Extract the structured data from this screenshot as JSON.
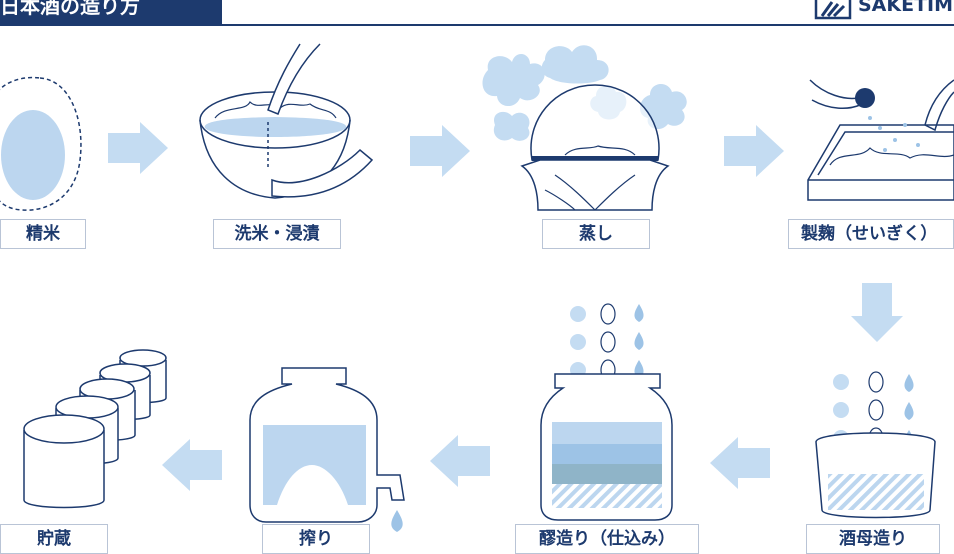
{
  "header": {
    "title": "日本酒の造り方",
    "logo_text": "SAKETIMES"
  },
  "steps": [
    {
      "label": "精米"
    },
    {
      "label": "洗米・浸漬"
    },
    {
      "label": "蒸し"
    },
    {
      "label": "製麹（せいぎく）"
    },
    {
      "label": "酒母造り"
    },
    {
      "label": "醪造り（仕込み）"
    },
    {
      "label": "搾り"
    },
    {
      "label": "貯蔵"
    }
  ],
  "colors": {
    "navy": "#1d3a6e",
    "light_blue": "#bcd6ef",
    "arrow_blue": "#c4dcf2",
    "mid_blue": "#9dc3e6",
    "teal": "#8fb4c8"
  }
}
